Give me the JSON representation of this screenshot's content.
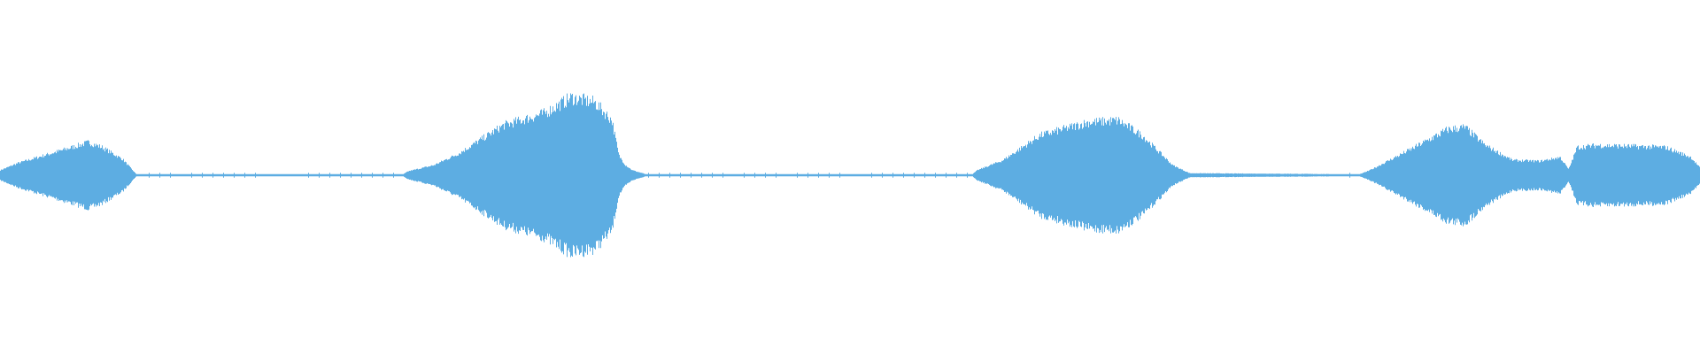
{
  "waveform": {
    "color": "#5dade2",
    "background": "#ffffff",
    "envelope": [
      [
        0.0,
        0.05
      ],
      [
        0.01,
        0.12
      ],
      [
        0.03,
        0.22
      ],
      [
        0.052,
        0.33
      ],
      [
        0.06,
        0.28
      ],
      [
        0.072,
        0.16
      ],
      [
        0.08,
        0.01
      ],
      [
        0.237,
        0.01
      ],
      [
        0.24,
        0.04
      ],
      [
        0.255,
        0.1
      ],
      [
        0.27,
        0.22
      ],
      [
        0.296,
        0.5
      ],
      [
        0.32,
        0.62
      ],
      [
        0.336,
        0.78
      ],
      [
        0.35,
        0.73
      ],
      [
        0.36,
        0.55
      ],
      [
        0.364,
        0.2
      ],
      [
        0.368,
        0.1
      ],
      [
        0.372,
        0.05
      ],
      [
        0.38,
        0.01
      ],
      [
        0.572,
        0.01
      ],
      [
        0.575,
        0.05
      ],
      [
        0.59,
        0.15
      ],
      [
        0.612,
        0.4
      ],
      [
        0.64,
        0.53
      ],
      [
        0.658,
        0.55
      ],
      [
        0.672,
        0.4
      ],
      [
        0.69,
        0.1
      ],
      [
        0.7,
        0.02
      ],
      [
        0.8,
        0.01
      ],
      [
        0.806,
        0.05
      ],
      [
        0.83,
        0.26
      ],
      [
        0.852,
        0.46
      ],
      [
        0.862,
        0.48
      ],
      [
        0.874,
        0.3
      ],
      [
        0.89,
        0.15
      ],
      [
        0.906,
        0.14
      ],
      [
        0.918,
        0.18
      ],
      [
        0.923,
        0.06
      ],
      [
        0.928,
        0.28
      ],
      [
        0.94,
        0.3
      ],
      [
        0.98,
        0.28
      ],
      [
        0.995,
        0.18
      ],
      [
        1.0,
        0.08
      ]
    ]
  }
}
